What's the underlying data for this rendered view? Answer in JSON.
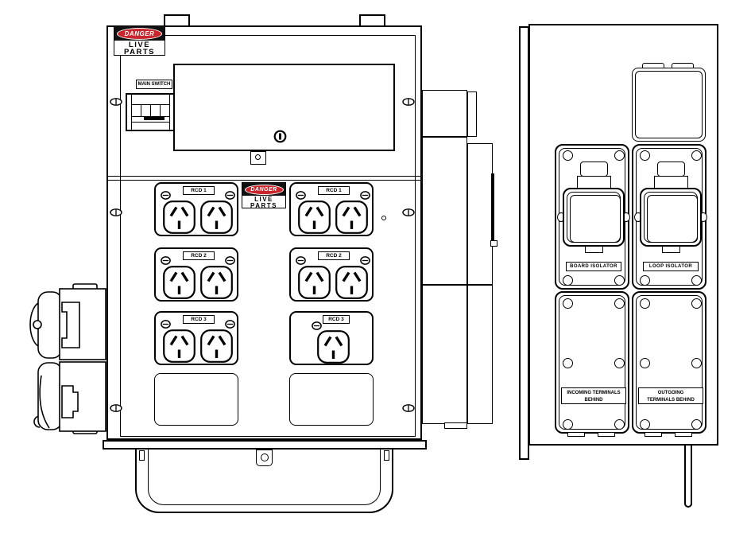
{
  "colors": {
    "line": "#000000",
    "danger_red": "#c9252c",
    "danger_black": "#111111",
    "background": "#ffffff"
  },
  "front_view": {
    "danger_label_top": {
      "header": "DANGER",
      "body_line1": "LIVE",
      "body_line2": "PARTS"
    },
    "danger_label_mid": {
      "header": "DANGER",
      "body_line1": "LIVE",
      "body_line2": "PARTS"
    },
    "main_switch_label": "MAIN SWITCH",
    "outlets": [
      {
        "label": "RCD 1",
        "sockets": 2
      },
      {
        "label": "RCD 1",
        "sockets": 2
      },
      {
        "label": "RCD 2",
        "sockets": 2
      },
      {
        "label": "RCD 2",
        "sockets": 2
      },
      {
        "label": "RCD 3",
        "sockets": 2
      },
      {
        "label": "RCD 3",
        "sockets": 1
      }
    ]
  },
  "side_view": {
    "board_isolator_label": "BOARD ISOLATOR",
    "loop_isolator_label": "LOOP ISOLATOR",
    "incoming_label": {
      "line1": "INCOMING TERMINALS",
      "line2": "BEHIND"
    },
    "outgoing_label": {
      "line1": "OUTGOING",
      "line2": "TERMINALS BEHIND"
    }
  },
  "icons": {
    "socket-icon": "australian 3-pin socket face",
    "screw-icon": "slotted screw head",
    "lock-icon": "quarter-turn lock keyhole"
  }
}
